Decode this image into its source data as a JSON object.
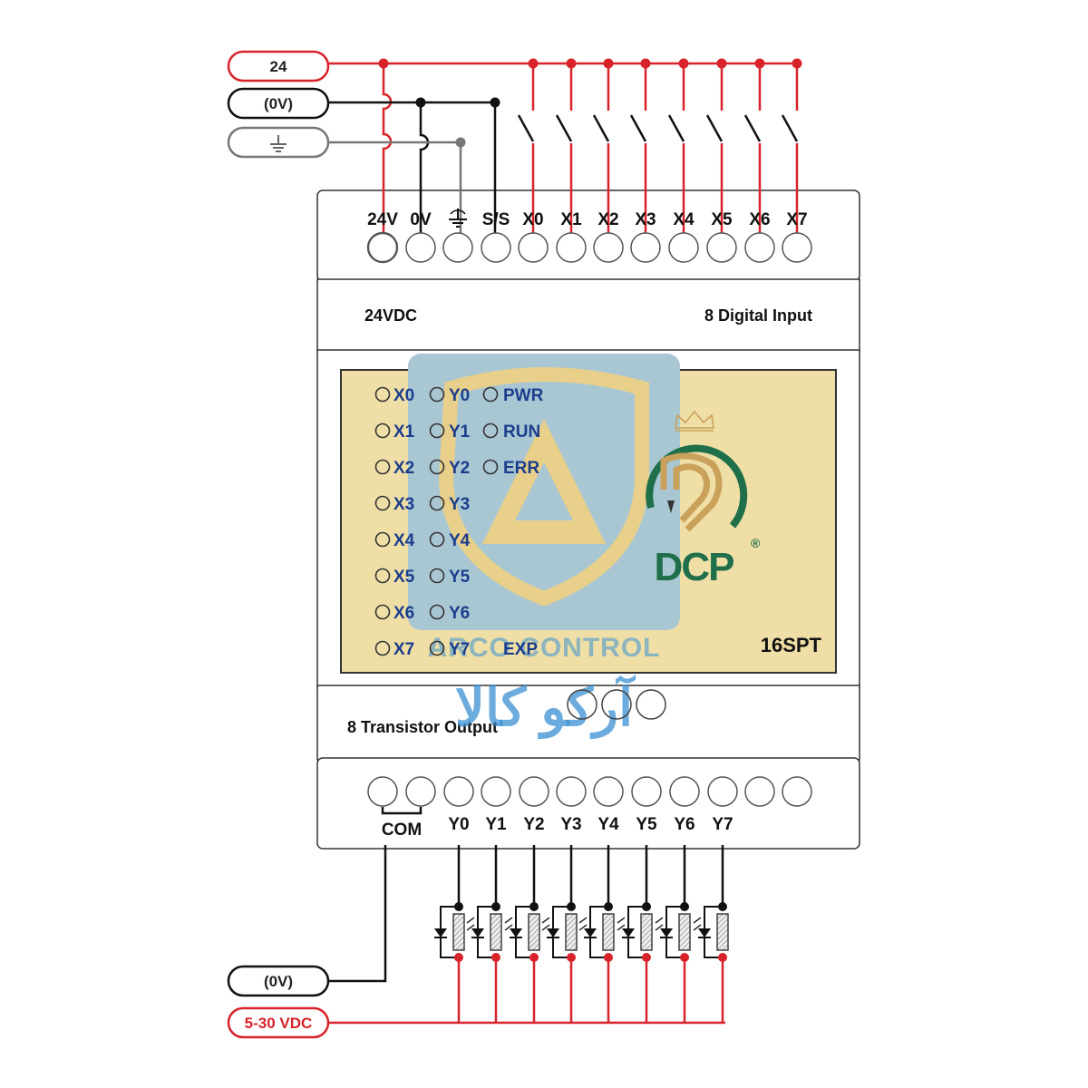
{
  "supply": {
    "positive": "24",
    "zero": "(0V)",
    "ground_icon": "ground-icon"
  },
  "output_supply": {
    "zero": "(0V)",
    "voltage": "5-30 VDC"
  },
  "input_terminals": [
    "24V",
    "0V",
    "",
    "S/S",
    "X0",
    "X1",
    "X2",
    "X3",
    "X4",
    "X5",
    "X6",
    "X7"
  ],
  "module": {
    "power_label": "24VDC",
    "input_label": "8 Digital Input",
    "output_label": "8 Transistor Output",
    "model": "16SPT",
    "brand": "DCP",
    "registered_mark": "®"
  },
  "leds": {
    "inputs": [
      "X0",
      "X1",
      "X2",
      "X3",
      "X4",
      "X5",
      "X6",
      "X7"
    ],
    "outputs": [
      "Y0",
      "Y1",
      "Y2",
      "Y3",
      "Y4",
      "Y5",
      "Y6",
      "Y7"
    ],
    "status": [
      "PWR",
      "RUN",
      "ERR"
    ],
    "expansion": "EXP"
  },
  "output_terminals": {
    "common": "COM",
    "outputs": [
      "Y0",
      "Y1",
      "Y2",
      "Y3",
      "Y4",
      "Y5",
      "Y6",
      "Y7"
    ]
  },
  "watermark": {
    "text": "ARCO CONTROL",
    "text_fa": "آرکو کالا"
  },
  "colors": {
    "wire_positive": "#d8232a",
    "wire_zero": "#111111",
    "wire_ground": "#777777",
    "panel": "#efdfa6",
    "watermark_blue": "#3a8fd1",
    "watermark_gold": "#e8cf8a",
    "brand_green": "#1f6f4a",
    "brand_gold": "#c9a15a",
    "text_blue": "#1b3d8c"
  }
}
